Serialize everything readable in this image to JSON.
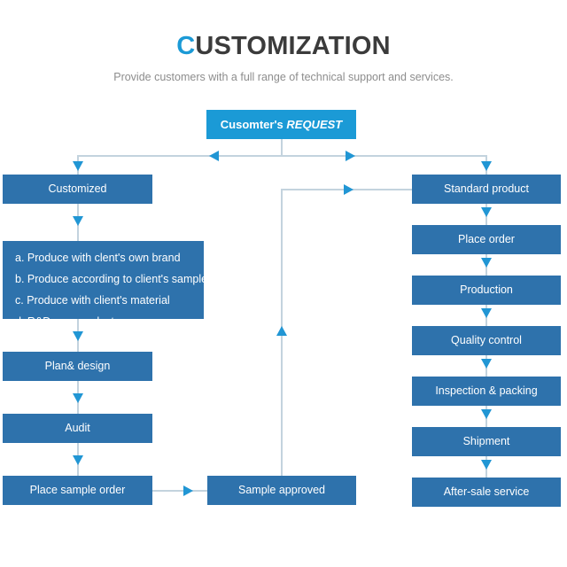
{
  "header": {
    "title_accent": "C",
    "title_rest": "USTOMIZATION",
    "subtitle": "Provide customers with a full range of technical support and services."
  },
  "flowchart": {
    "root": {
      "label_bold": "Cusomter's",
      "label_italic": "REQUEST"
    },
    "left_branch": {
      "head": "Customized",
      "options": [
        "a. Produce with clent's own brand",
        "b. Produce according to client's sample",
        "c. Produce with client's material",
        "d. R&D new product"
      ],
      "steps": [
        "Plan& design",
        "Audit",
        "Place sample order"
      ]
    },
    "middle": {
      "sample_approved": "Sample approved"
    },
    "right_branch": {
      "head": "Standard product",
      "steps": [
        "Place order",
        "Production",
        "Quality control",
        "Inspection & packing",
        "Shipment",
        "After-sale service"
      ]
    }
  },
  "colors": {
    "node_fill": "#2e72ac",
    "header_node_fill": "#1b9ad6",
    "accent": "#1b9ad6",
    "arrow": "#2196d4",
    "connector_line": "#c3d3de",
    "title_text": "#3b3b3b",
    "subtitle_text": "#8d8d8d",
    "node_text": "#ffffff",
    "background": "#ffffff"
  }
}
